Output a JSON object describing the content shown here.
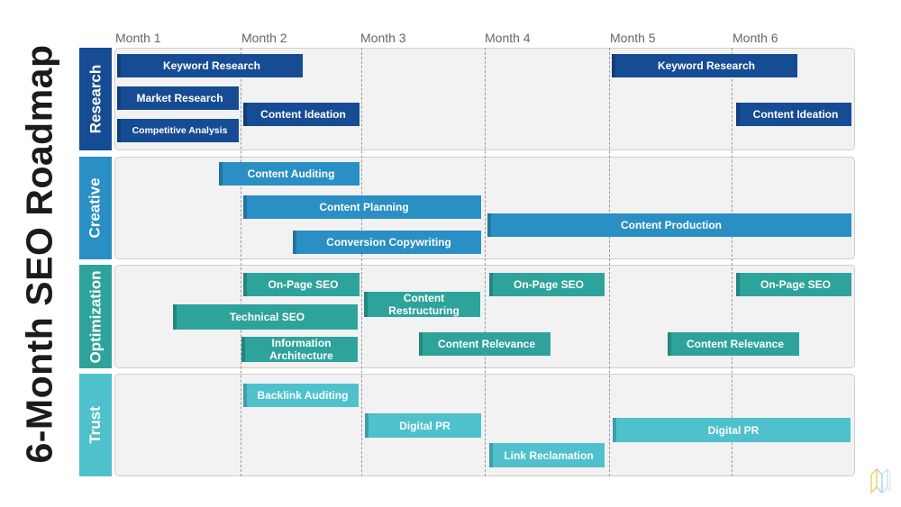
{
  "title": "6-Month SEO Roadmap",
  "months": [
    "Month 1",
    "Month 2",
    "Month 3",
    "Month 4",
    "Month 5",
    "Month 6"
  ],
  "lanes": [
    {
      "label": "Research",
      "color": "#164c94"
    },
    {
      "label": "Creative",
      "color": "#2a8fc4"
    },
    {
      "label": "Optimization",
      "color": "#2ea39c"
    },
    {
      "label": "Trust",
      "color": "#4ec1cc"
    }
  ],
  "tasks": {
    "research": [
      "Keyword Research",
      "Market Research",
      "Competitive Analysis",
      "Content Ideation",
      "Keyword Research",
      "Content Ideation"
    ],
    "creative": [
      "Content Auditing",
      "Content Planning",
      "Conversion Copywriting",
      "Content Production"
    ],
    "optimization": [
      "On-Page SEO",
      "Technical SEO",
      "Information Architecture",
      "Content Restructuring",
      "On-Page SEO",
      "Content Relevance",
      "On-Page SEO",
      "Content Relevance"
    ],
    "trust": [
      "Backlink Auditing",
      "Digital PR",
      "Link Reclamation",
      "Digital PR"
    ]
  },
  "icons": {
    "logo": "brand-logo-icon"
  }
}
